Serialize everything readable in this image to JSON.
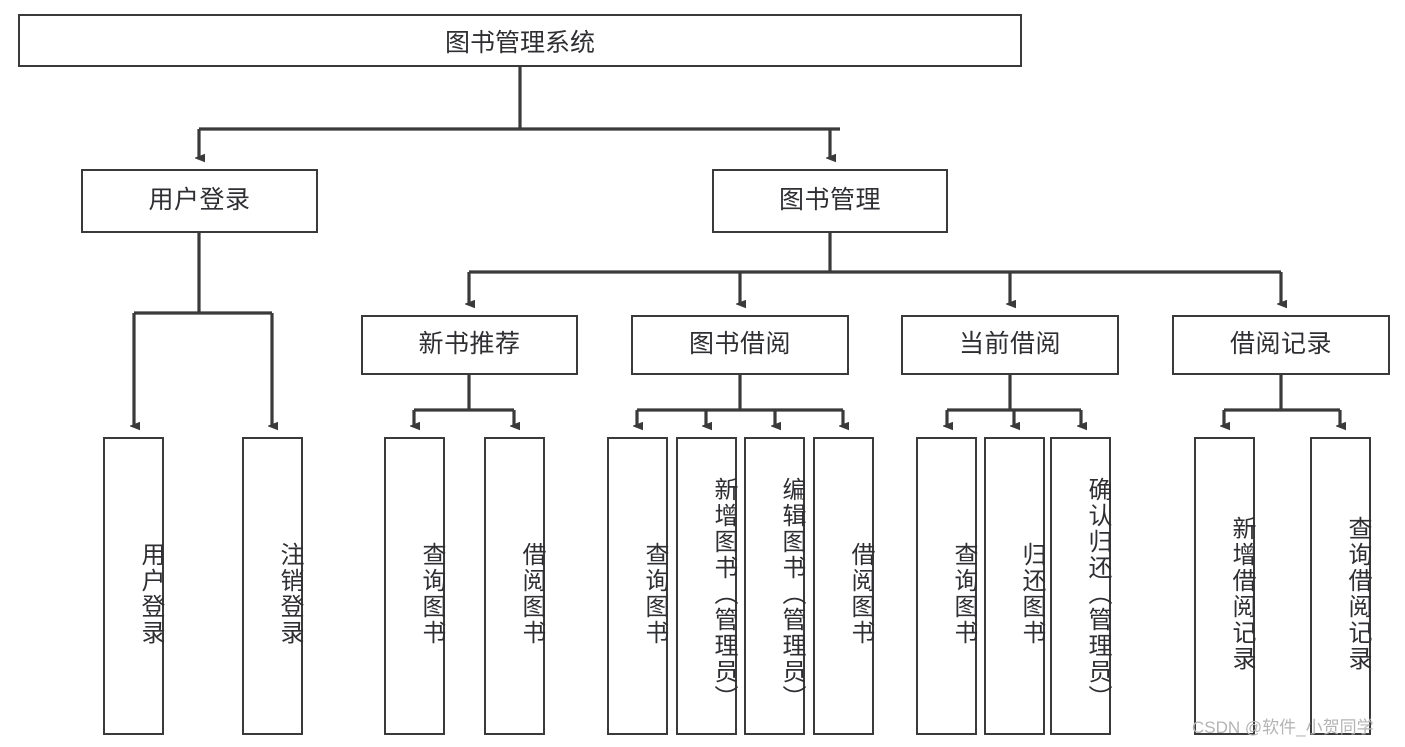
{
  "diagram": {
    "type": "tree-hierarchy-chart",
    "title": "图书管理系统",
    "line_color": "#3a3a3a",
    "text_color": "#2f2f33",
    "background": "#ffffff"
  },
  "root": {
    "label": "图书管理系统"
  },
  "level2": [
    {
      "label": "用户登录"
    },
    {
      "label": "图书管理"
    }
  ],
  "level3": [
    {
      "label": "新书推荐"
    },
    {
      "label": "图书借阅"
    },
    {
      "label": "当前借阅"
    },
    {
      "label": "借阅记录"
    }
  ],
  "leaves": {
    "user_login": [
      {
        "label": "用户登录"
      },
      {
        "label": "注销登录"
      }
    ],
    "new_book_recommend": [
      {
        "label": "查询图书"
      },
      {
        "label": "借阅图书"
      }
    ],
    "book_borrow": [
      {
        "label": "查询图书"
      },
      {
        "label": "新增图书（管理员）"
      },
      {
        "label": "编辑图书（管理员）"
      },
      {
        "label": "借阅图书"
      }
    ],
    "current_borrow": [
      {
        "label": "查询图书"
      },
      {
        "label": "归还图书"
      },
      {
        "label": "确认归还（管理员）"
      }
    ],
    "borrow_record": [
      {
        "label": "新增借阅记录"
      },
      {
        "label": "查询借阅记录"
      }
    ]
  },
  "watermark": {
    "text": "CSDN @软件_小贺同学"
  }
}
